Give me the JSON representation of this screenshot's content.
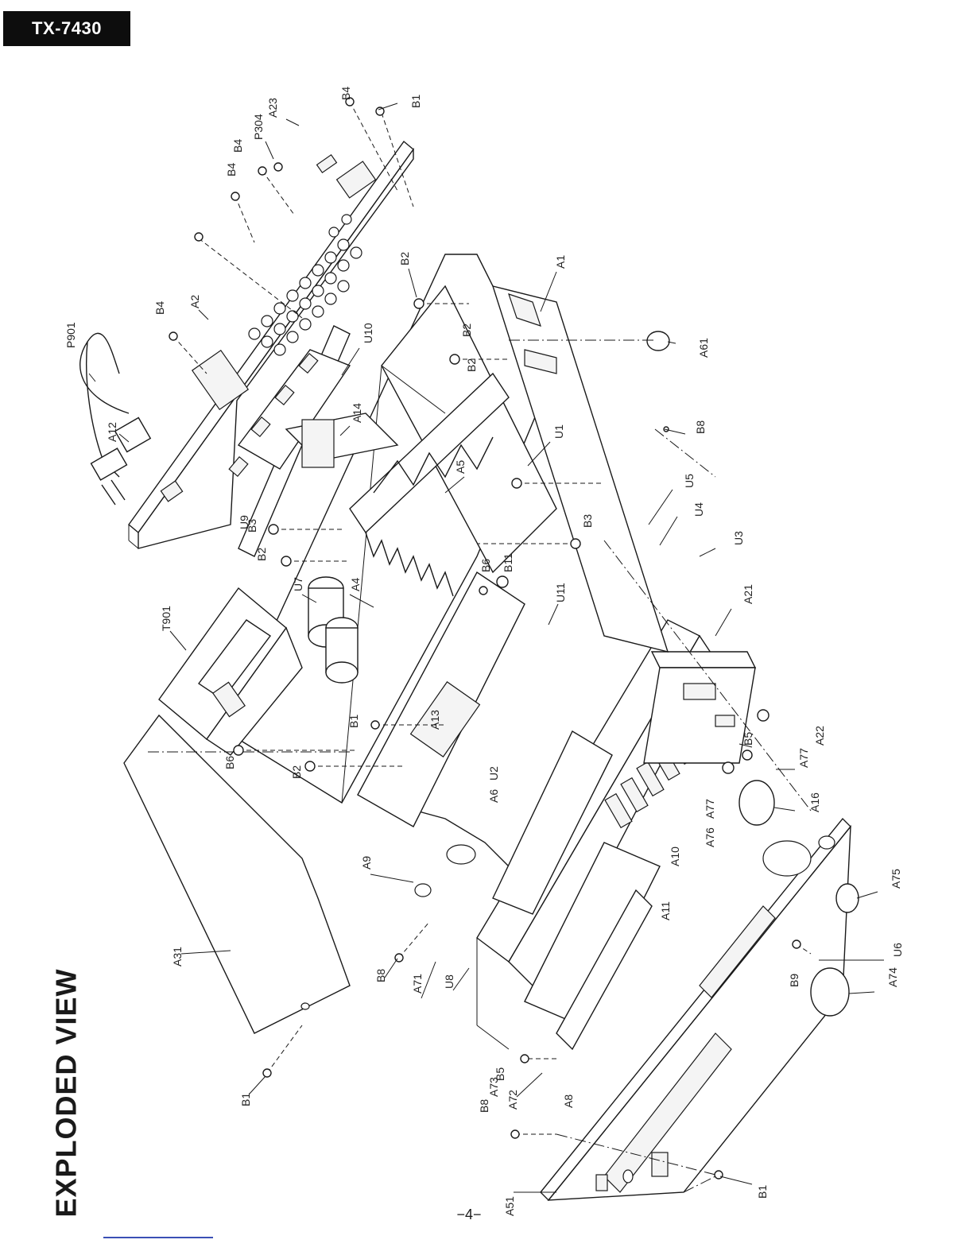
{
  "header": {
    "model": "TX-7430"
  },
  "title": "EXPLODED VIEW",
  "page_number": "−4−",
  "part_labels": [
    "P901",
    "A12",
    "B4",
    "A2",
    "B4",
    "B4",
    "P304",
    "A23",
    "B4",
    "B1",
    "U10",
    "B2",
    "B2",
    "A1",
    "A61",
    "A14",
    "U9",
    "B3",
    "B2",
    "A5",
    "B2",
    "U1",
    "B8",
    "U5",
    "U4",
    "U3",
    "B3",
    "B6",
    "B11",
    "U11",
    "T901",
    "U7",
    "A4",
    "B1",
    "A13",
    "A21",
    "B5",
    "A22",
    "A77",
    "B6",
    "B2",
    "U2",
    "A6",
    "A16",
    "A77",
    "A76",
    "A10",
    "A11",
    "A9",
    "A75",
    "U6",
    "A74",
    "B9",
    "A31",
    "B8",
    "A71",
    "U8",
    "B5",
    "A73",
    "A72",
    "A8",
    "B8",
    "A51",
    "B1",
    "B1"
  ]
}
